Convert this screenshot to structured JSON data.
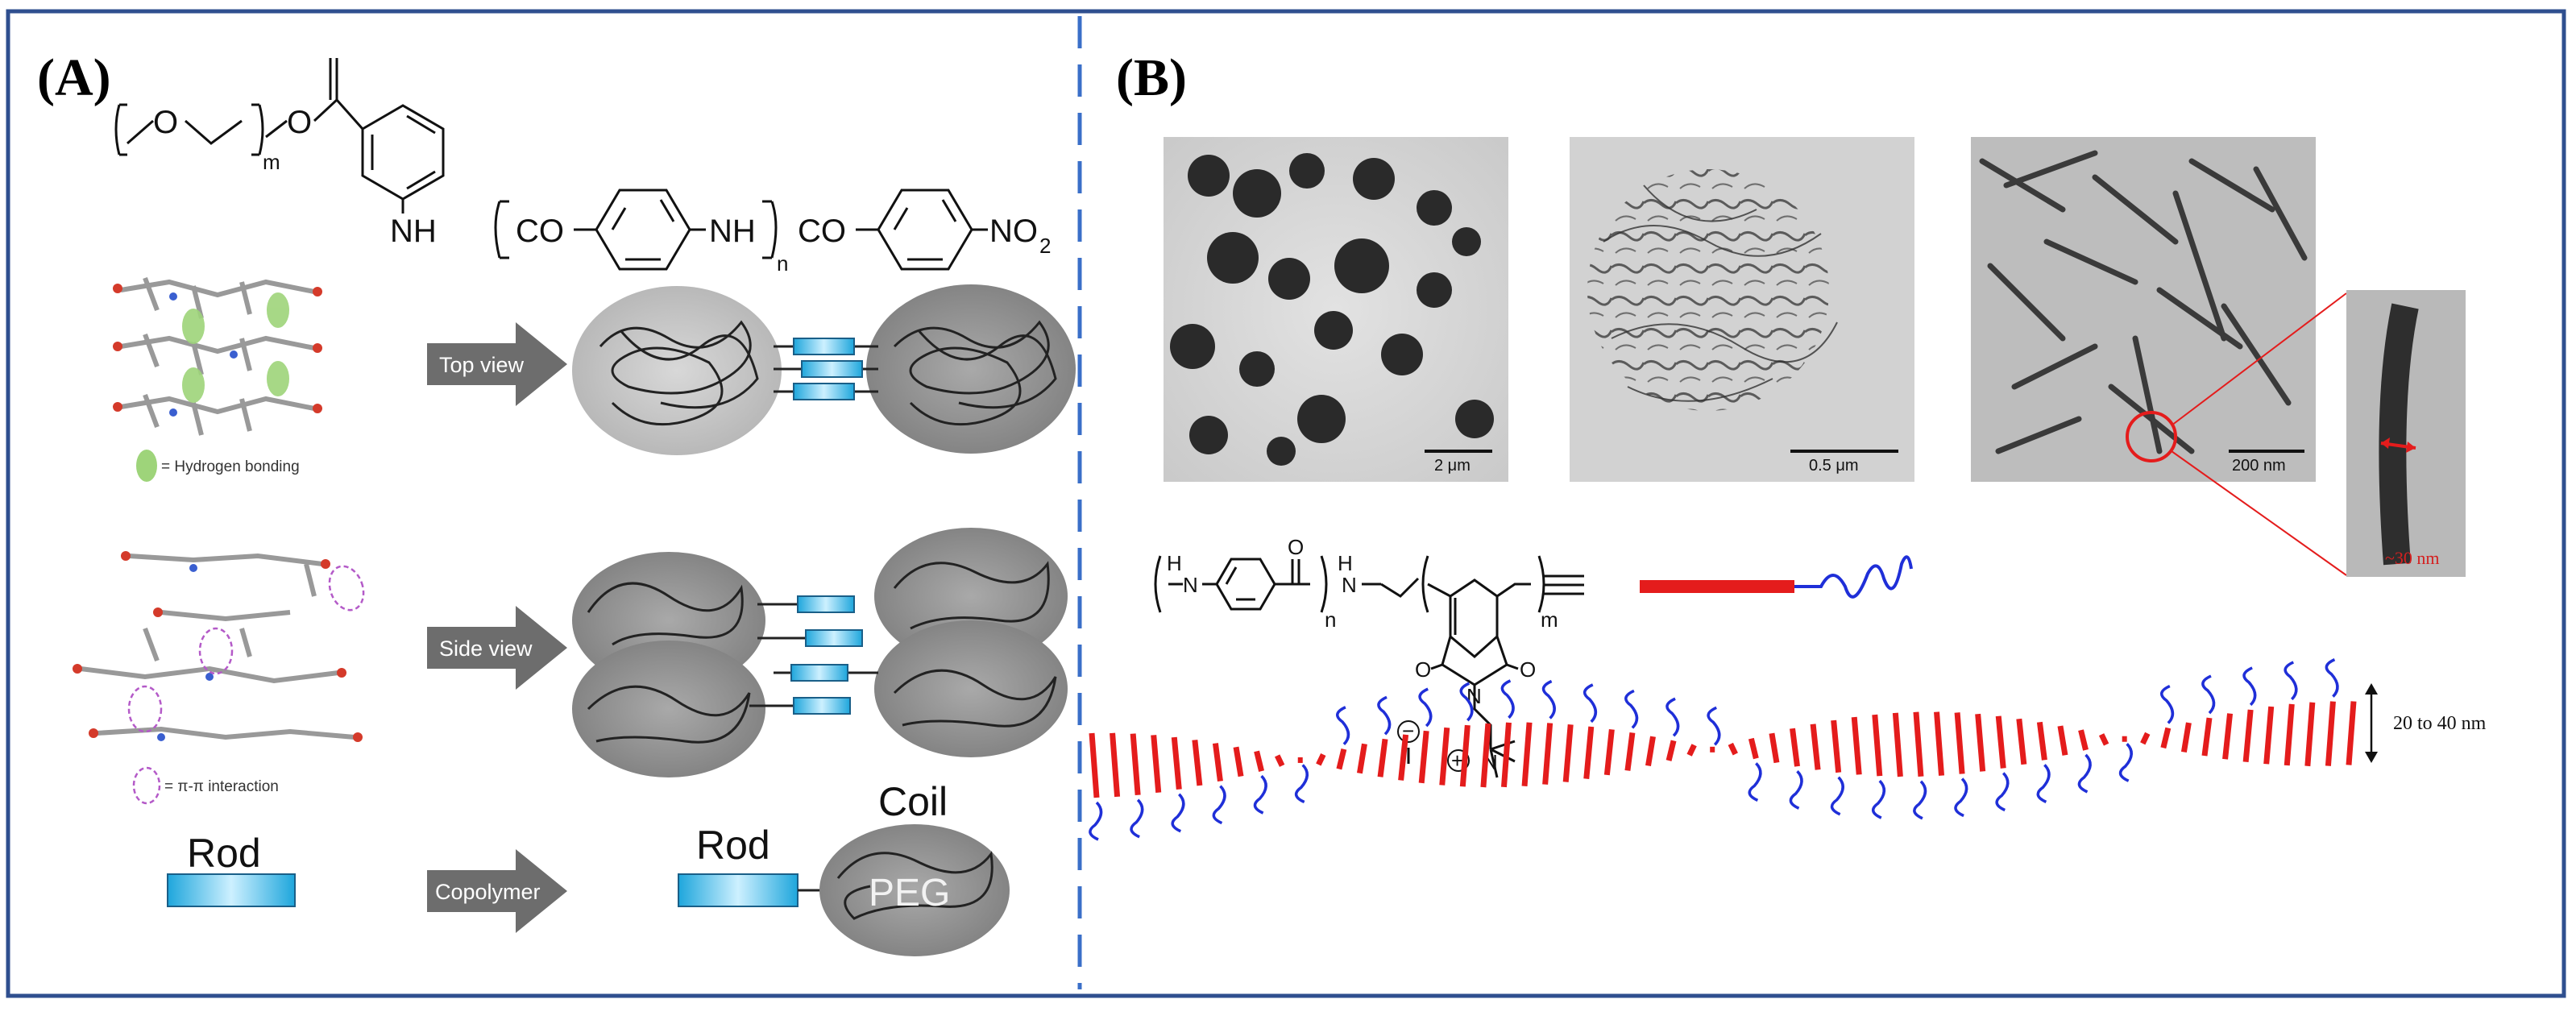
{
  "panel_a": {
    "label": "(A)",
    "chem": {
      "m_sub": "m",
      "o_label": "O",
      "nh1": "NH",
      "co1": "CO",
      "nh2": "NH",
      "n_sub": "n",
      "co2": "CO",
      "no2": "NO",
      "no2_sub": "2"
    },
    "legend_hbond": "= Hydrogen bonding",
    "legend_pi": "= π-π interaction",
    "arrows": {
      "top_view": "Top view",
      "side_view": "Side view",
      "copolymer": "Copolymer"
    },
    "rod_label": "Rod",
    "rod_label_2": "Rod",
    "coil_label": "Coil",
    "peg_label": "PEG"
  },
  "panel_b": {
    "label": "(B)",
    "scalebars": [
      "2 μm",
      "0.5 μm",
      "200 nm"
    ],
    "inset_label": "~30 nm",
    "chem": {
      "h1": "H",
      "n1": "N",
      "h2": "H",
      "n_sub": "n",
      "m_sub": "m",
      "o1": "O",
      "o2": "O",
      "n_imide": "N",
      "n_plus": "N",
      "neg": "−",
      "pos": "+"
    },
    "dimension": "20 to 40 nm"
  },
  "colors": {
    "border": "#2f4f8f",
    "divider": "#3a6fc8",
    "rod_blue": "#39b4e3",
    "rod_red": "#e41c1c",
    "coil_blue": "#1f2fd8",
    "arrow_gray": "#6d6d6d"
  }
}
